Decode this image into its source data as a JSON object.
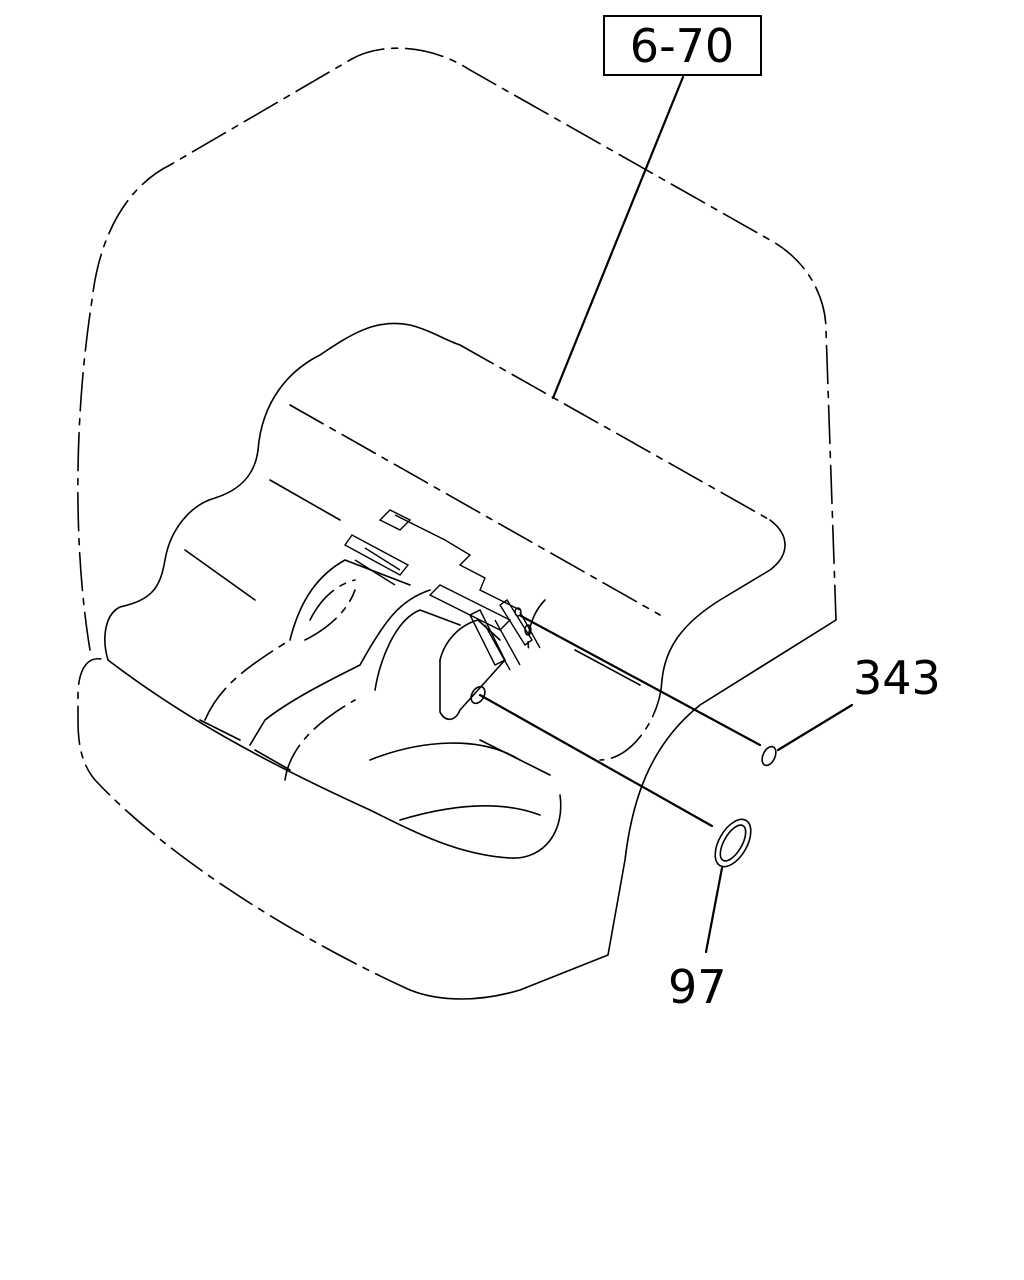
{
  "diagram": {
    "reference_label": "6-70",
    "callouts": [
      {
        "id": "seal-plug",
        "label": "343"
      },
      {
        "id": "grommet",
        "label": "97"
      }
    ]
  }
}
